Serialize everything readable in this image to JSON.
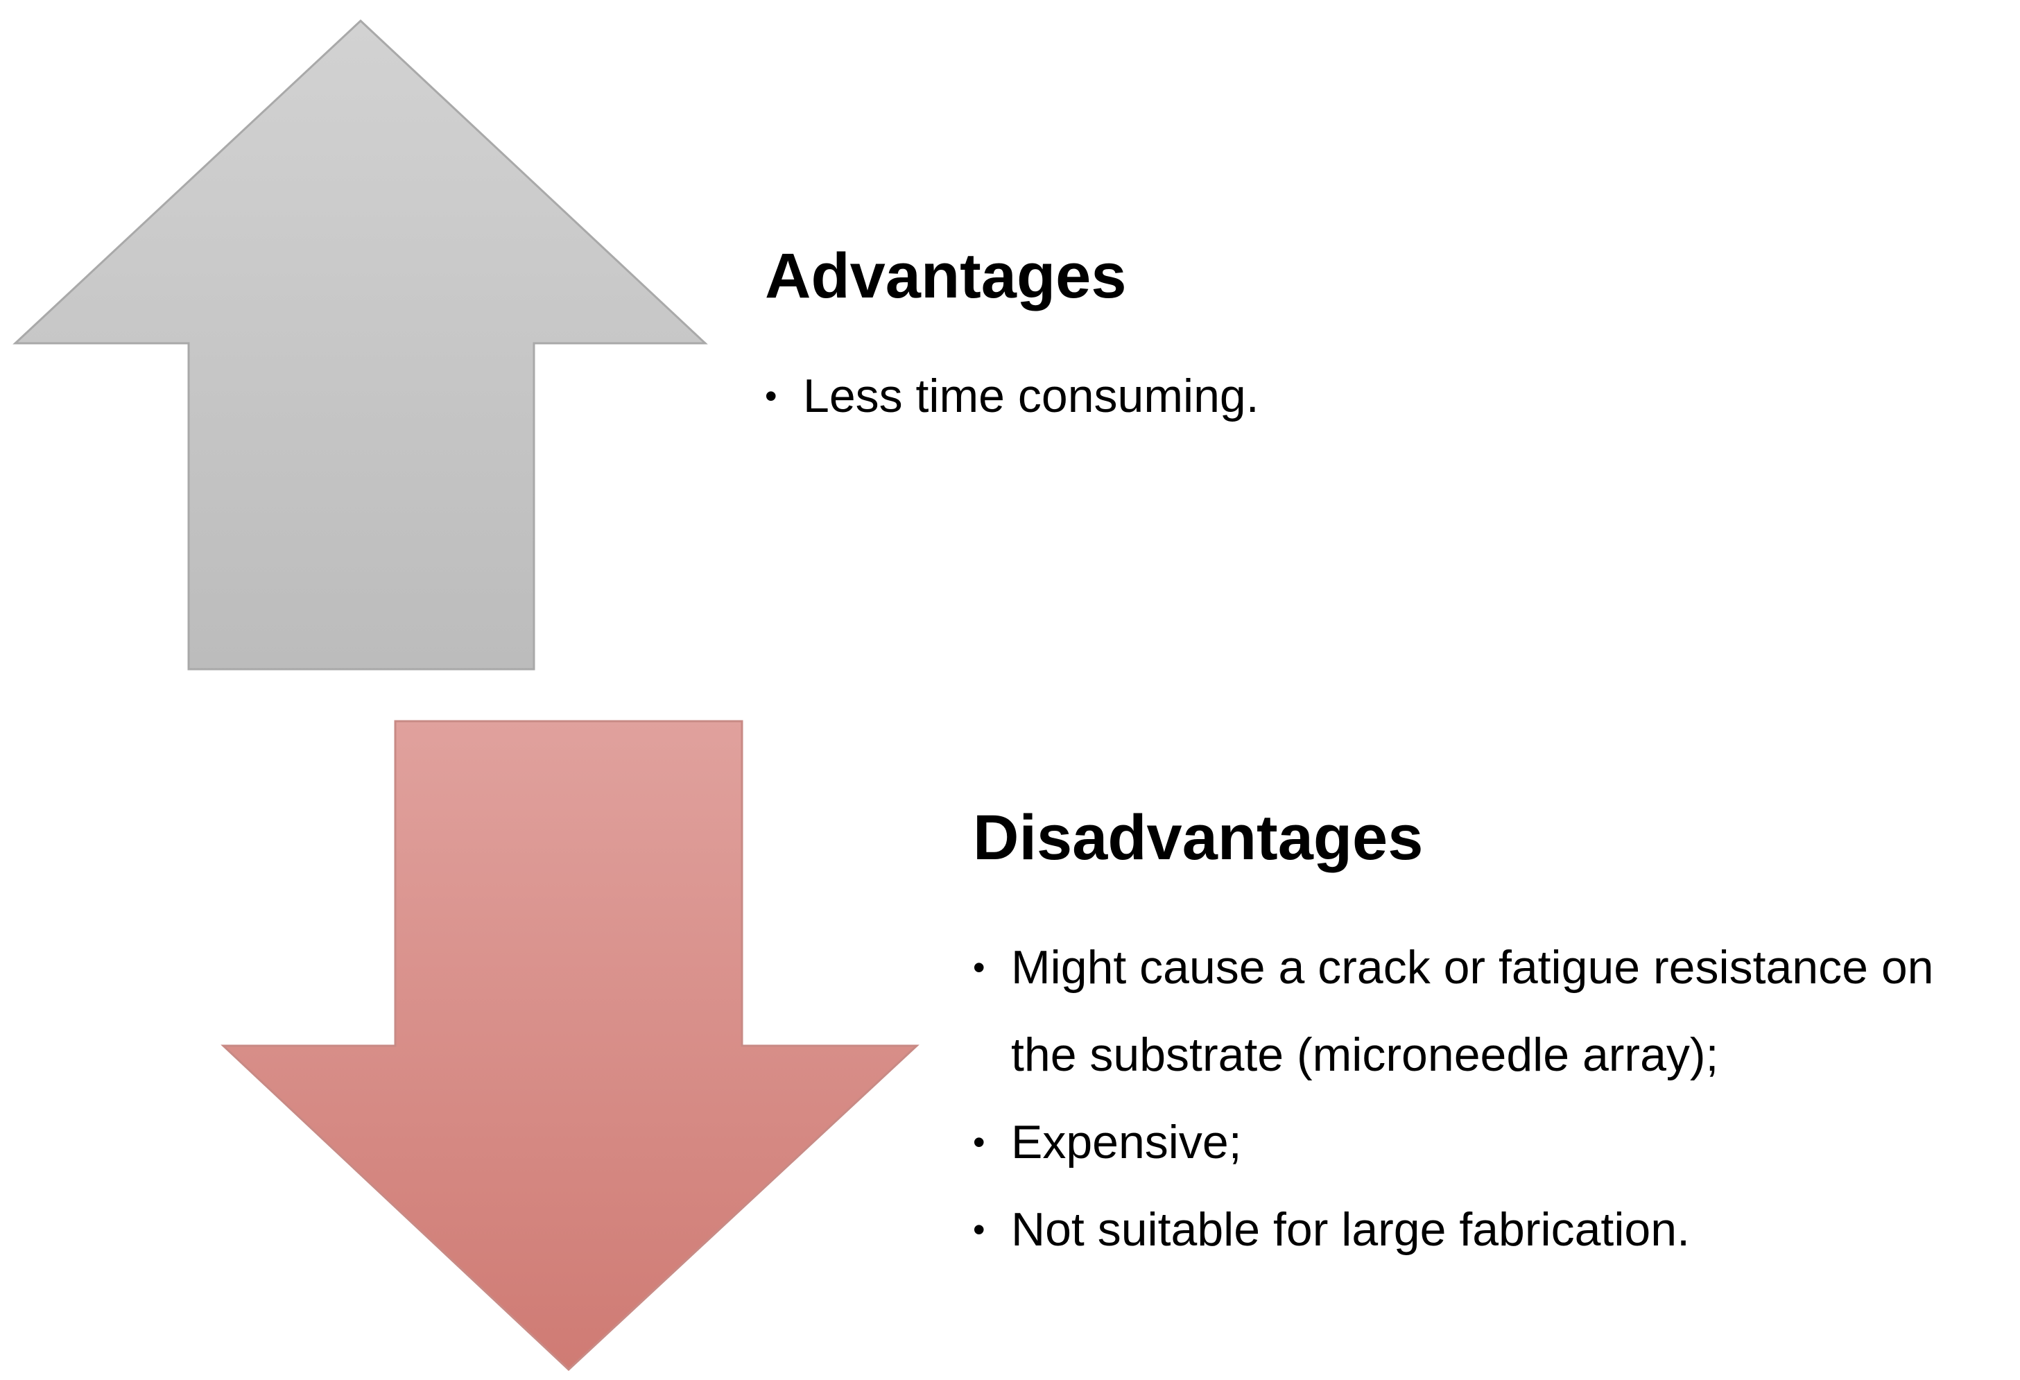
{
  "colors": {
    "up_arrow_top": "#d2d2d2",
    "up_arrow_bottom": "#bcbcbc",
    "down_arrow_top": "#e0a19d",
    "down_arrow_bottom": "#cf7b74"
  },
  "advantages": {
    "title": "Advantages",
    "items": [
      {
        "lines": [
          "Less time consuming."
        ]
      }
    ]
  },
  "disadvantages": {
    "title": "Disadvantages",
    "items": [
      {
        "lines": [
          "Might cause a crack or fatigue resistance on",
          "the substrate (microneedle array);"
        ]
      },
      {
        "lines": [
          "Expensive;"
        ]
      },
      {
        "lines": [
          "Not suitable for large fabrication."
        ]
      }
    ]
  }
}
